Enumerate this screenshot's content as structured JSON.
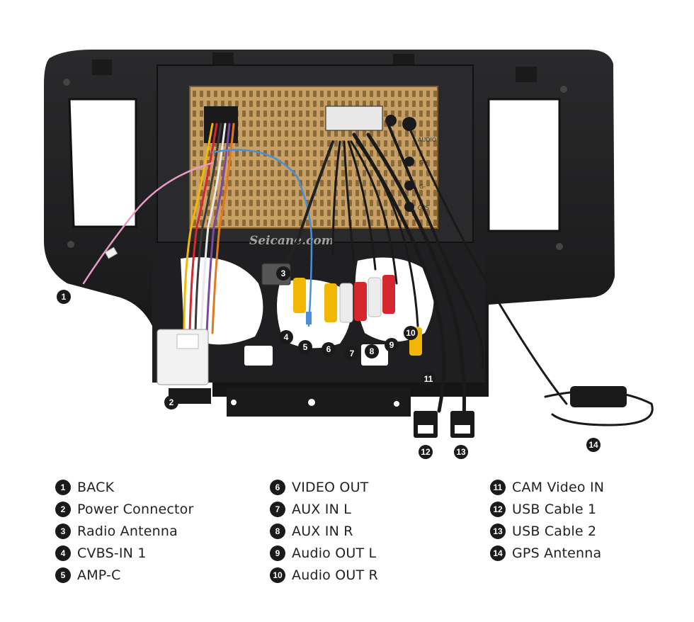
{
  "watermark": "Seicane.com",
  "panel_labels": {
    "audio": "AUDIO",
    "g_plus": "G+",
    "g_minus": "G-",
    "gps": "GPS"
  },
  "callouts": [
    "1",
    "2",
    "3",
    "4",
    "5",
    "6",
    "7",
    "8",
    "9",
    "10",
    "11",
    "12",
    "13",
    "14"
  ],
  "legend": {
    "columns": [
      [
        {
          "num": "1",
          "label": "BACK"
        },
        {
          "num": "2",
          "label": "Power Connector"
        },
        {
          "num": "3",
          "label": "Radio Antenna"
        },
        {
          "num": "4",
          "label": "CVBS-IN 1"
        },
        {
          "num": "5",
          "label": "AMP-C"
        }
      ],
      [
        {
          "num": "6",
          "label": "VIDEO OUT"
        },
        {
          "num": "7",
          "label": "AUX IN L"
        },
        {
          "num": "8",
          "label": "AUX IN R"
        },
        {
          "num": "9",
          "label": "Audio OUT L"
        },
        {
          "num": "10",
          "label": "Audio OUT R"
        }
      ],
      [
        {
          "num": "11",
          "label": "CAM Video IN"
        },
        {
          "num": "12",
          "label": "USB Cable 1"
        },
        {
          "num": "13",
          "label": "USB Cable 2"
        },
        {
          "num": "14",
          "label": "GPS Antenna"
        }
      ]
    ]
  },
  "colors": {
    "bezel": "#1c1c1e",
    "unit_gold": "#c9a063",
    "rca_yellow": "#f2b705",
    "rca_red": "#d4272e",
    "rca_white": "#ececec",
    "wire_blue": "#4a8fd8",
    "wire_pink": "#e99ac6"
  }
}
